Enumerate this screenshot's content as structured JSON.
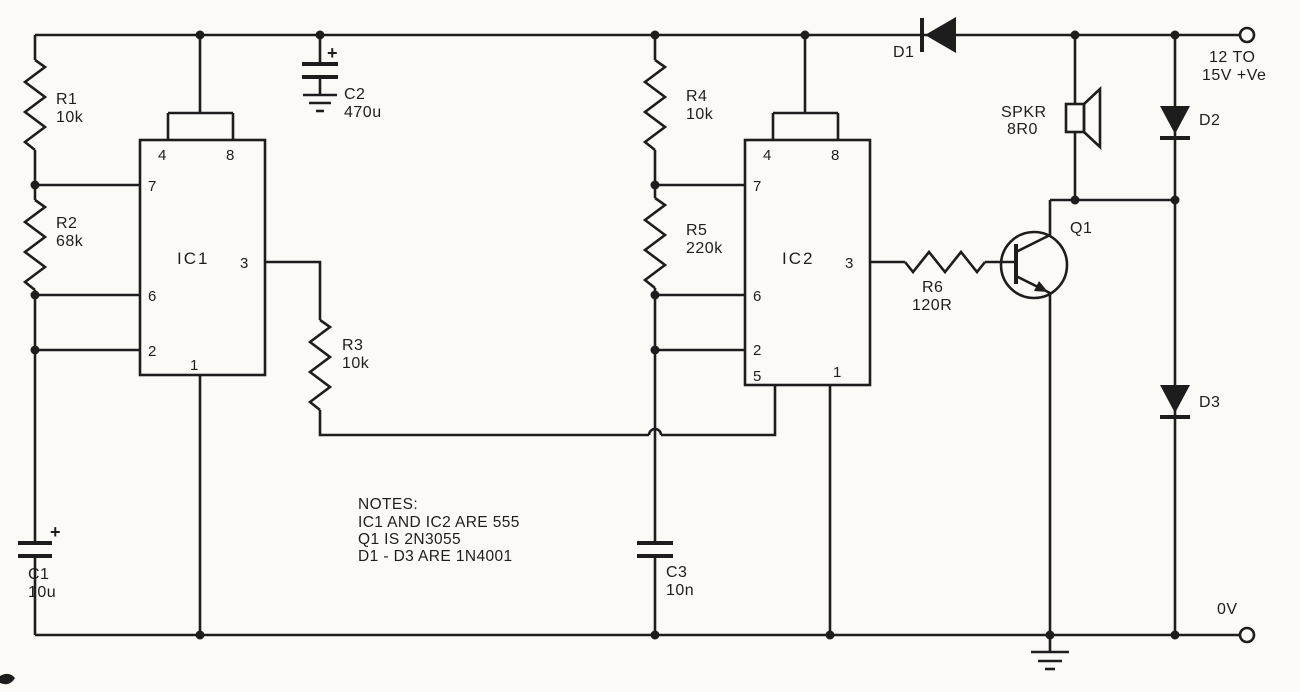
{
  "colors": {
    "ink": "#1d1d1d",
    "paper": "#fbfaf6"
  },
  "supply": {
    "positive_line1": "12 TO",
    "positive_line2": "15V +Ve",
    "negative": "0V"
  },
  "components": {
    "r1": {
      "ref": "R1",
      "value": "10k"
    },
    "r2": {
      "ref": "R2",
      "value": "68k"
    },
    "r3": {
      "ref": "R3",
      "value": "10k"
    },
    "r4": {
      "ref": "R4",
      "value": "10k"
    },
    "r5": {
      "ref": "R5",
      "value": "220k"
    },
    "r6": {
      "ref": "R6",
      "value": "120R"
    },
    "c1": {
      "ref": "C1",
      "value": "10u",
      "polarity": "+"
    },
    "c2": {
      "ref": "C2",
      "value": "470u",
      "polarity": "+"
    },
    "c3": {
      "ref": "C3",
      "value": "10n"
    },
    "d1": {
      "ref": "D1"
    },
    "d2": {
      "ref": "D2"
    },
    "d3": {
      "ref": "D3"
    },
    "q1": {
      "ref": "Q1"
    },
    "speaker": {
      "ref": "SPKR",
      "value": "8R0"
    }
  },
  "ic1": {
    "label": "IC1",
    "pin4": "4",
    "pin8": "8",
    "pin7": "7",
    "pin6": "6",
    "pin2": "2",
    "pin3": "3",
    "pin1": "1"
  },
  "ic2": {
    "label": "IC2",
    "pin4": "4",
    "pin8": "8",
    "pin7": "7",
    "pin6": "6",
    "pin2": "2",
    "pin5": "5",
    "pin3": "3",
    "pin1": "1"
  },
  "notes": {
    "heading": "NOTES:",
    "line1": "IC1 AND IC2 ARE 555",
    "line2": "Q1 IS 2N3055",
    "line3": "D1 - D3 ARE 1N4001"
  }
}
